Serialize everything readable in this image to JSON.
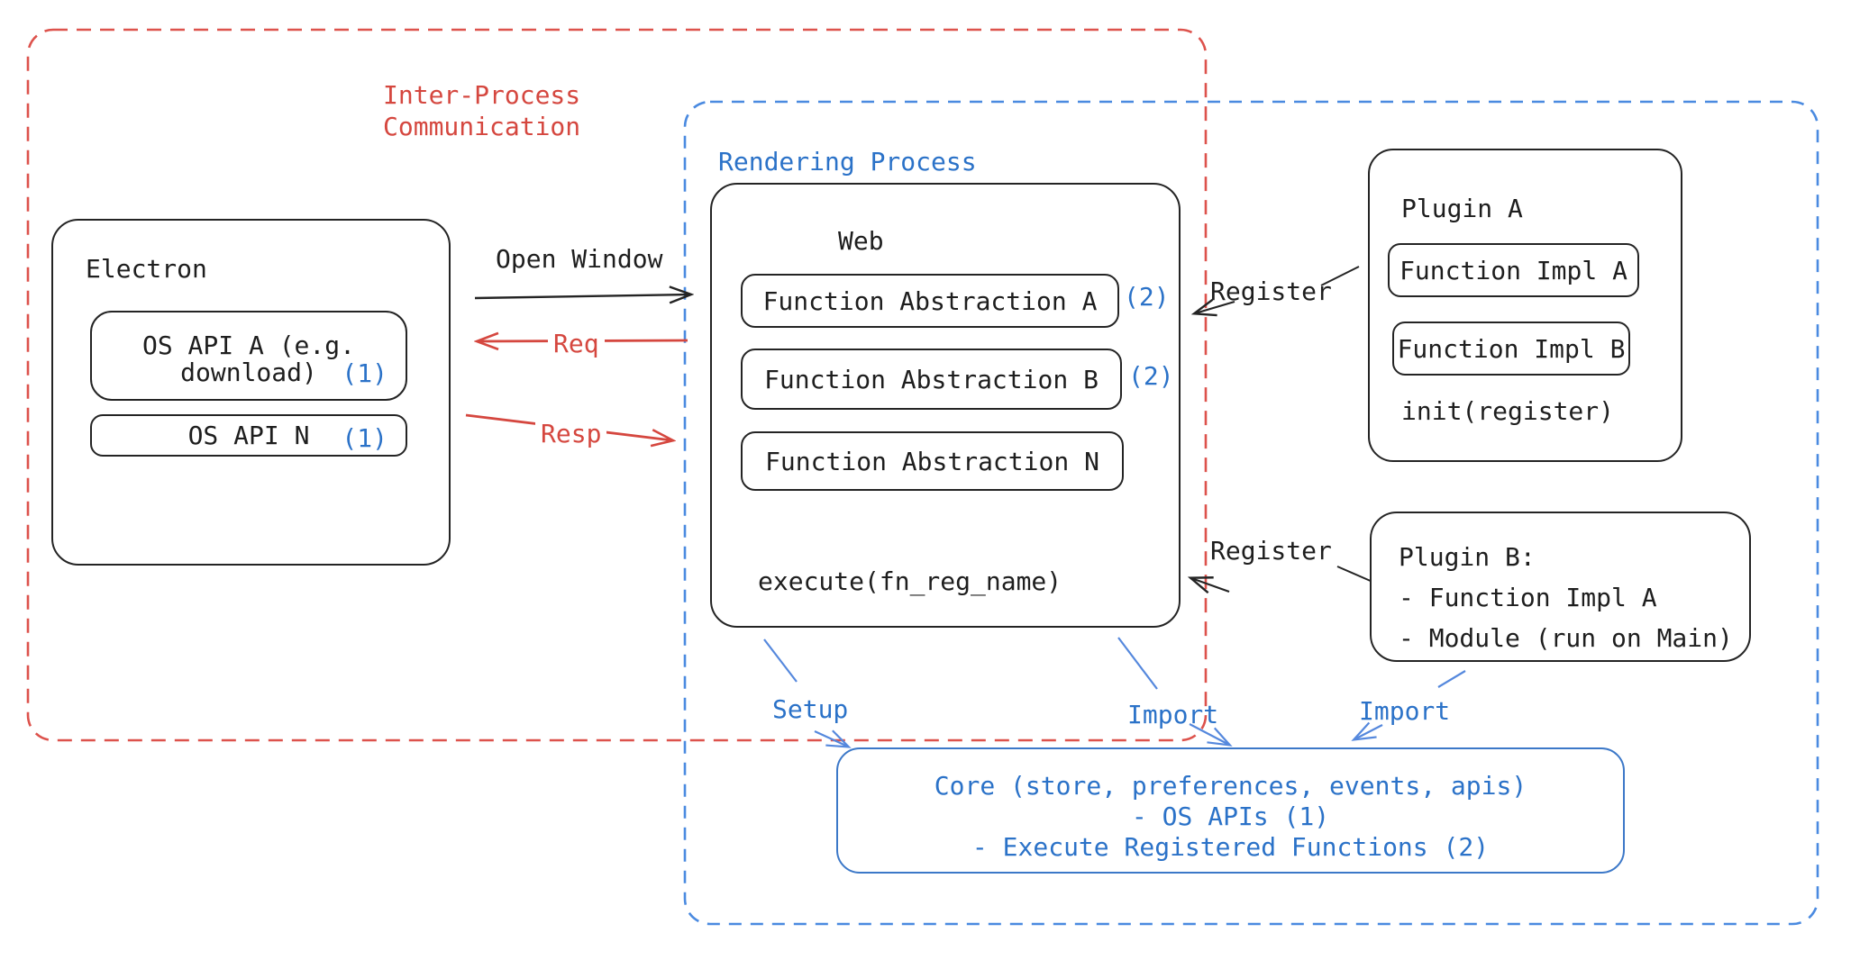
{
  "diagram": {
    "ipc_box": {
      "title_line1": "Inter-Process",
      "title_line2": "Communication"
    },
    "rendering_box": {
      "title": "Rendering Process"
    },
    "electron": {
      "title": "Electron",
      "os_api_a": {
        "line1": "OS API A (e.g.",
        "line2": "download)",
        "badge": "(1)"
      },
      "os_api_n": {
        "label": "OS API N",
        "badge": "(1)"
      }
    },
    "web": {
      "title": "Web",
      "fn_abs_a": {
        "label": "Function Abstraction A",
        "badge": "(2)"
      },
      "fn_abs_b": {
        "label": "Function Abstraction B",
        "badge": "(2)"
      },
      "fn_abs_n": {
        "label": "Function Abstraction N"
      },
      "execute": "execute(fn_reg_name)"
    },
    "plugin_a": {
      "title": "Plugin A",
      "impl_a": "Function Impl A",
      "impl_b": "Function Impl B",
      "init": "init(register)"
    },
    "plugin_b": {
      "line1": "Plugin B:",
      "line2": "- Function Impl A",
      "line3": "- Module (run on Main)"
    },
    "core": {
      "line1": "Core (store, preferences, events, apis)",
      "line2": "- OS APIs (1)",
      "line3": "- Execute Registered Functions (2)"
    },
    "arrows": {
      "open_window": "Open Window",
      "req": "Req",
      "resp": "Resp",
      "register_web": "Register",
      "register_plugin_b": "Register",
      "setup": "Setup",
      "import_web": "Import",
      "import_plugin_b": "Import"
    },
    "colors": {
      "red": "#d5473f",
      "blue": "#2b72c8",
      "blue_arrow": "#5588dd",
      "blue_dash": "#4a8ae0",
      "black": "#1e1e1e"
    }
  }
}
